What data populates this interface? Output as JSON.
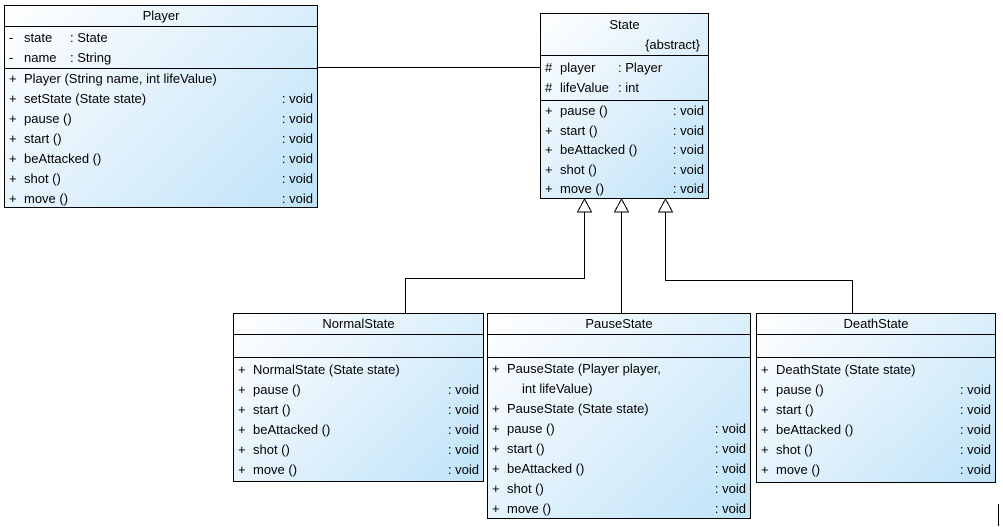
{
  "diagram_type": "uml-class-diagram",
  "colors": {
    "box_gradient_start": "#ffffff",
    "box_gradient_end": "#bee3f8",
    "border": "#000000",
    "line": "#000000",
    "arrowhead_fill": "#ffffff"
  },
  "classes": [
    {
      "name": "Player",
      "attributes": [
        {
          "vis": "-",
          "name": "state",
          "type": ": State"
        },
        {
          "vis": "-",
          "name": "name",
          "type": ": String"
        }
      ],
      "operations": [
        {
          "vis": "+",
          "text": "Player (String name, int lifeValue)",
          "ret": ""
        },
        {
          "vis": "+",
          "text": "setState (State state)",
          "ret": ": void"
        },
        {
          "vis": "+",
          "text": "pause ()",
          "ret": ": void"
        },
        {
          "vis": "+",
          "text": "start ()",
          "ret": ": void"
        },
        {
          "vis": "+",
          "text": "beAttacked ()",
          "ret": ": void"
        },
        {
          "vis": "+",
          "text": "shot ()",
          "ret": ": void"
        },
        {
          "vis": "+",
          "text": "move ()",
          "ret": ": void"
        }
      ]
    },
    {
      "name": "State",
      "stereotype": "{abstract}",
      "attributes": [
        {
          "vis": "#",
          "name": "player",
          "type": ": Player"
        },
        {
          "vis": "#",
          "name": "lifeValue",
          "type": ": int"
        }
      ],
      "operations": [
        {
          "vis": "+",
          "text": "pause ()",
          "ret": ": void"
        },
        {
          "vis": "+",
          "text": "start ()",
          "ret": ": void"
        },
        {
          "vis": "+",
          "text": "beAttacked ()",
          "ret": ": void"
        },
        {
          "vis": "+",
          "text": "shot ()",
          "ret": ": void"
        },
        {
          "vis": "+",
          "text": "move ()",
          "ret": ": void"
        }
      ]
    },
    {
      "name": "NormalState",
      "attributes": [],
      "operations": [
        {
          "vis": "+",
          "text": "NormalState (State state)",
          "ret": ""
        },
        {
          "vis": "+",
          "text": "pause ()",
          "ret": ": void"
        },
        {
          "vis": "+",
          "text": "start ()",
          "ret": ": void"
        },
        {
          "vis": "+",
          "text": "beAttacked ()",
          "ret": ": void"
        },
        {
          "vis": "+",
          "text": "shot ()",
          "ret": ": void"
        },
        {
          "vis": "+",
          "text": "move ()",
          "ret": ": void"
        }
      ]
    },
    {
      "name": "PauseState",
      "attributes": [],
      "operations": [
        {
          "vis": "+",
          "text": "PauseState (Player player,",
          "ret": ""
        },
        {
          "vis": "",
          "text": "int lifeValue)",
          "ret": ""
        },
        {
          "vis": "+",
          "text": "PauseState (State state)",
          "ret": ""
        },
        {
          "vis": "+",
          "text": "pause ()",
          "ret": ": void"
        },
        {
          "vis": "+",
          "text": "start ()",
          "ret": ": void"
        },
        {
          "vis": "+",
          "text": "beAttacked ()",
          "ret": ": void"
        },
        {
          "vis": "+",
          "text": "shot ()",
          "ret": ": void"
        },
        {
          "vis": "+",
          "text": "move ()",
          "ret": ": void"
        }
      ]
    },
    {
      "name": "DeathState",
      "attributes": [],
      "operations": [
        {
          "vis": "+",
          "text": "DeathState (State state)",
          "ret": ""
        },
        {
          "vis": "+",
          "text": "pause ()",
          "ret": ": void"
        },
        {
          "vis": "+",
          "text": "start ()",
          "ret": ": void"
        },
        {
          "vis": "+",
          "text": "beAttacked ()",
          "ret": ": void"
        },
        {
          "vis": "+",
          "text": "shot ()",
          "ret": ": void"
        },
        {
          "vis": "+",
          "text": "move ()",
          "ret": ": void"
        }
      ]
    }
  ],
  "relationships": [
    {
      "type": "association",
      "from": "Player",
      "to": "State"
    },
    {
      "type": "generalization",
      "from": "NormalState",
      "to": "State"
    },
    {
      "type": "generalization",
      "from": "PauseState",
      "to": "State"
    },
    {
      "type": "generalization",
      "from": "DeathState",
      "to": "State"
    }
  ]
}
